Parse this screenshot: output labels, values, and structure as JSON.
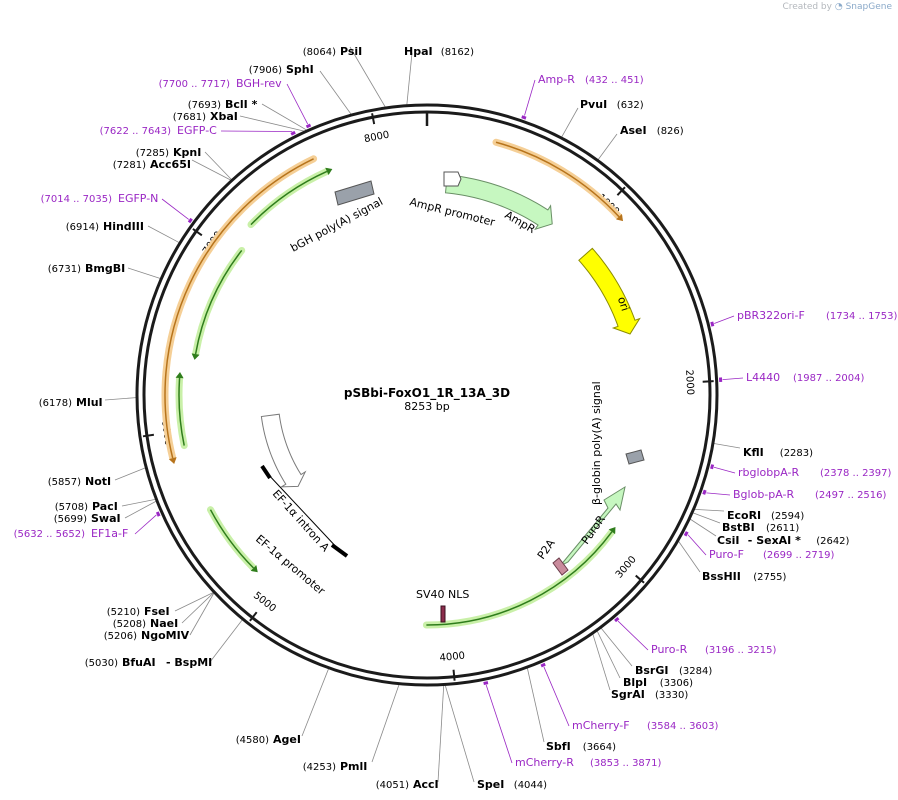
{
  "credit": {
    "prefix": "Created by",
    "brand": "SnapGene"
  },
  "plasmid": {
    "name": "pSBbi-FoxO1_1R_13A_3D",
    "length_label": "8253 bp",
    "total_bp": 8253
  },
  "ticks": [
    {
      "bp": 1000,
      "label": "1000"
    },
    {
      "bp": 2000,
      "label": "2000"
    },
    {
      "bp": 3000,
      "label": "3000"
    },
    {
      "bp": 4000,
      "label": "4000"
    },
    {
      "bp": 5000,
      "label": "5000"
    },
    {
      "bp": 6000,
      "label": "6000"
    },
    {
      "bp": 7000,
      "label": "7000"
    },
    {
      "bp": 8000,
      "label": "8000"
    }
  ],
  "enzymes": [
    {
      "name": "PsiI",
      "pos": "(8064)",
      "bp": 8064
    },
    {
      "name": "HpaI",
      "pos": "(8162)",
      "bp": 8162
    },
    {
      "name": "SphI",
      "pos": "(7906)",
      "bp": 7906
    },
    {
      "name": "BclI *",
      "pos": "(7693)",
      "bp": 7693
    },
    {
      "name": "XbaI",
      "pos": "(7681)",
      "bp": 7681
    },
    {
      "name": "KpnI",
      "pos": "(7285)",
      "bp": 7285
    },
    {
      "name": "Acc65I",
      "pos": "(7281)",
      "bp": 7281
    },
    {
      "name": "HindIII",
      "pos": "(6914)",
      "bp": 6914
    },
    {
      "name": "BmgBI",
      "pos": "(6731)",
      "bp": 6731
    },
    {
      "name": "MluI",
      "pos": "(6178)",
      "bp": 6178
    },
    {
      "name": "NotI",
      "pos": "(5857)",
      "bp": 5857
    },
    {
      "name": "PacI",
      "pos": "(5708)",
      "bp": 5708
    },
    {
      "name": "SwaI",
      "pos": "(5699)",
      "bp": 5699
    },
    {
      "name": "FseI",
      "pos": "(5210)",
      "bp": 5210
    },
    {
      "name": "NaeI",
      "pos": "(5208)",
      "bp": 5208
    },
    {
      "name": "NgoMIV",
      "pos": "(5206)",
      "bp": 5206
    },
    {
      "name": "BfuAI",
      "name2": "BspMI",
      "pos": "(5030)",
      "bp": 5030
    },
    {
      "name": "AgeI",
      "pos": "(4580)",
      "bp": 4580
    },
    {
      "name": "PmlI",
      "pos": "(4253)",
      "bp": 4253
    },
    {
      "name": "AccI",
      "pos": "(4051)",
      "bp": 4051
    },
    {
      "name": "SpeI",
      "pos": "(4044)",
      "bp": 4044
    },
    {
      "name": "SbfI",
      "pos": "(3664)",
      "bp": 3664
    },
    {
      "name": "SgrAI",
      "pos": "(3330)",
      "bp": 3330
    },
    {
      "name": "BlpI",
      "pos": "(3306)",
      "bp": 3306
    },
    {
      "name": "BsrGI",
      "pos": "(3284)",
      "bp": 3284
    },
    {
      "name": "BssHII",
      "pos": "(2755)",
      "bp": 2755
    },
    {
      "name": "CsiI",
      "name2": "SexAI *",
      "pos": "(2642)",
      "bp": 2642
    },
    {
      "name": "BstBI",
      "pos": "(2611)",
      "bp": 2611
    },
    {
      "name": "EcoRI",
      "pos": "(2594)",
      "bp": 2594
    },
    {
      "name": "KflI",
      "pos": "(2283)",
      "bp": 2283
    },
    {
      "name": "PvuI",
      "pos": "(632)",
      "bp": 632
    },
    {
      "name": "AseI",
      "pos": "(826)",
      "bp": 826
    }
  ],
  "primers": [
    {
      "name": "BGH-rev",
      "range": "(7700 .. 7717)"
    },
    {
      "name": "EGFP-C",
      "range": "(7622 .. 7643)"
    },
    {
      "name": "EGFP-N",
      "range": "(7014 .. 7035)"
    },
    {
      "name": "EF1a-F",
      "range": "(5632 .. 5652)"
    },
    {
      "name": "Amp-R",
      "range": "(432 .. 451)"
    },
    {
      "name": "pBR322ori-F",
      "range": "(1734 .. 1753)"
    },
    {
      "name": "L4440",
      "range": "(1987 .. 2004)"
    },
    {
      "name": "rbglobpA-R",
      "range": "(2378 .. 2397)"
    },
    {
      "name": "Bglob-pA-R",
      "range": "(2497 .. 2516)"
    },
    {
      "name": "Puro-F",
      "range": "(2699 .. 2719)"
    },
    {
      "name": "Puro-R",
      "range": "(3196 .. 3215)"
    },
    {
      "name": "mCherry-F",
      "range": "(3584 .. 3603)"
    },
    {
      "name": "mCherry-R",
      "range": "(3853 .. 3871)"
    }
  ],
  "features": [
    {
      "name": "AmpR promoter"
    },
    {
      "name": "AmpR"
    },
    {
      "name": "ori"
    },
    {
      "name": "bGH poly(A) signal"
    },
    {
      "name": "β-globin poly(A) signal"
    },
    {
      "name": "PuroR"
    },
    {
      "name": "P2A"
    },
    {
      "name": "SV40 NLS"
    },
    {
      "name": "EF-1α intron A"
    },
    {
      "name": "EF-1α promoter"
    }
  ],
  "colors": {
    "primer": "#9a27c4",
    "enzyme_text": "#000000",
    "leader": "#8a8a8a",
    "backbone": "#1b1b1b",
    "orf_orange": "#f5cf96",
    "orf_green": "#c9f0a8",
    "amp_green": "#c6f7c0",
    "ori_yellow": "#ffff00",
    "polyA_gray": "#9aa1aa",
    "p2a": "#c98b9c",
    "nls": "#8c2c4c"
  }
}
